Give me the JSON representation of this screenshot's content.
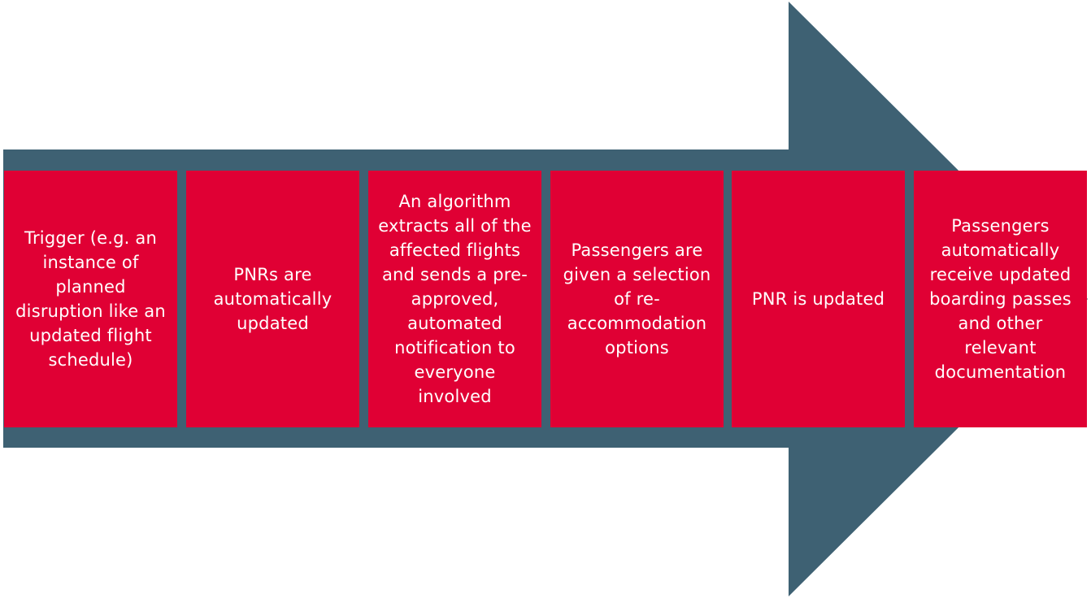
{
  "colors": {
    "arrow": "#3e6173",
    "step_box": "#e00034",
    "step_text": "#ffffff",
    "background": "#ffffff"
  },
  "steps": [
    {
      "label": "Trigger (e.g. an instance of planned disruption like an updated flight schedule)"
    },
    {
      "label": "PNRs are automatically updated"
    },
    {
      "label": "An algorithm extracts all of the affected flights and sends a pre-approved, automated notification to everyone involved"
    },
    {
      "label": "Passengers are given a selection of re-accommodation options"
    },
    {
      "label": "PNR is updated"
    },
    {
      "label": "Passengers automatically receive updated boarding passes and other relevant documentation"
    }
  ]
}
